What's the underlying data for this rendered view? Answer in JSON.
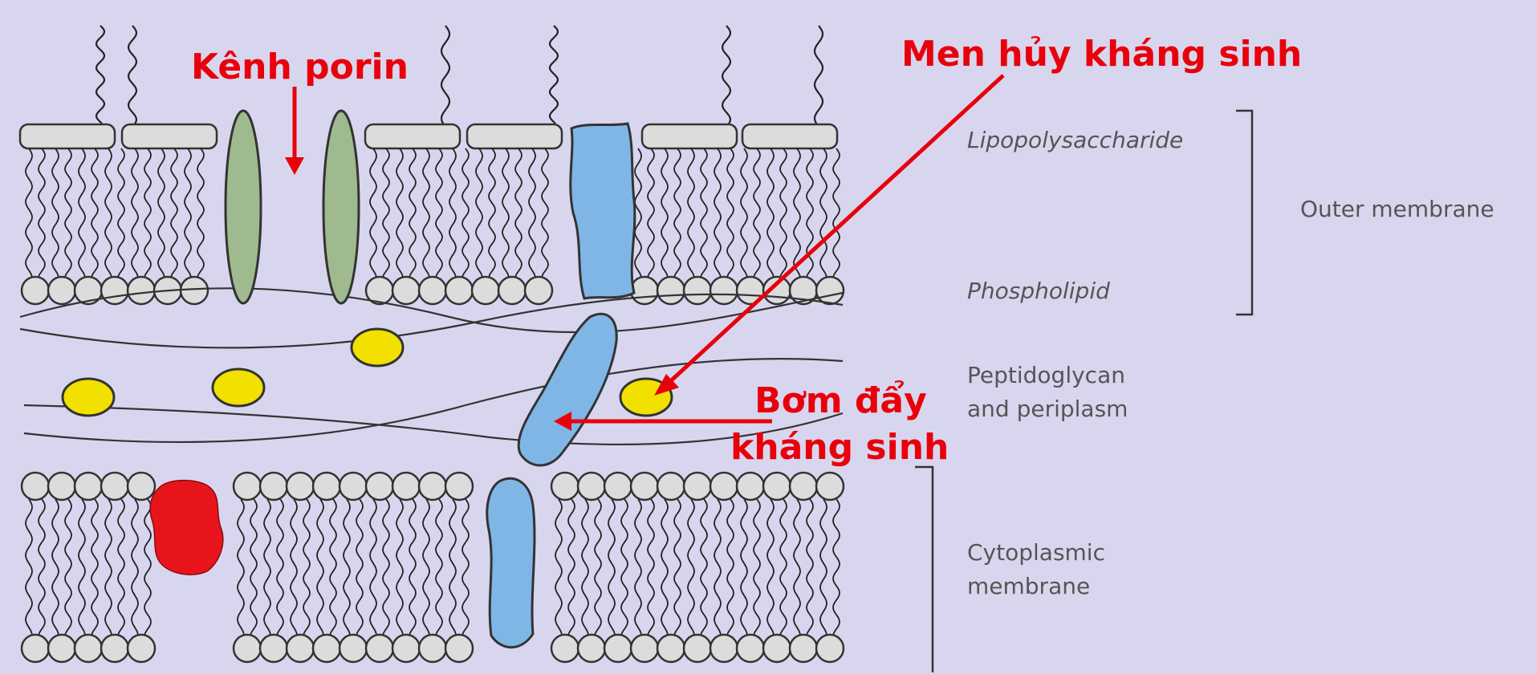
{
  "annotations": {
    "porin": "Kênh porin",
    "enzyme": "Men hủy kháng sinh",
    "pump_line1": "Bơm đẩy",
    "pump_line2": "kháng sinh"
  },
  "labels": {
    "lps": "Lipopolysaccharide",
    "phospholipid": "Phospholipid",
    "outer_membrane": "Outer membrane",
    "peptidoglycan": "Peptidoglycan\nand periplasm",
    "cytoplasmic": "Cytoplasmic\nmembrane"
  },
  "colors": {
    "background": "#d8d6ee",
    "annotation_red": "#e8000b",
    "porin_green": "#9fba8e",
    "pump_blue": "#7fb6e6",
    "enzyme_yellow": "#f2e000",
    "lipid_head": "#dcdcdc"
  },
  "icons": [
    "porin-channel",
    "efflux-pump",
    "antibiotic-enzyme",
    "membrane-protein"
  ]
}
